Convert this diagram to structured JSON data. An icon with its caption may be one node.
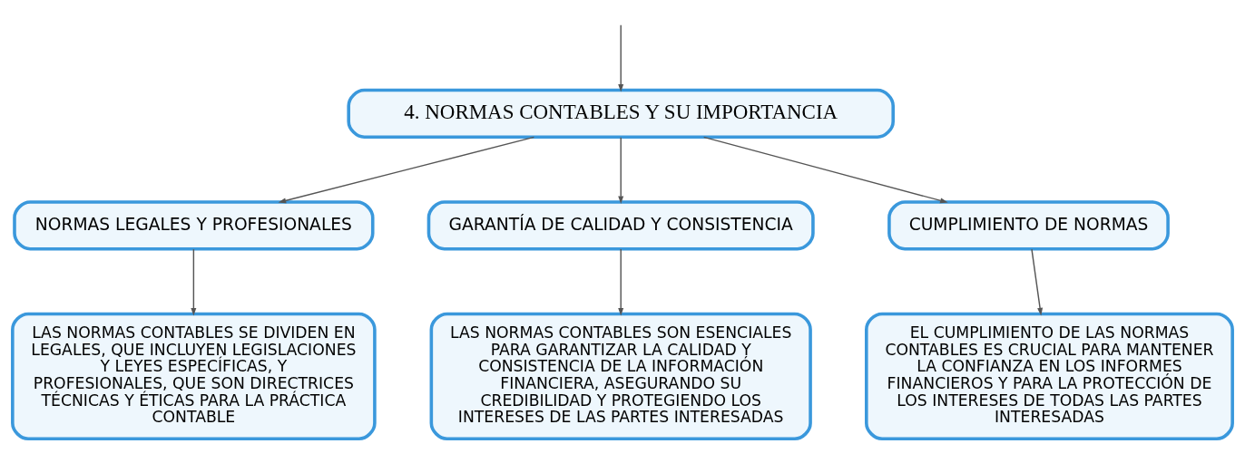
{
  "diagram": {
    "nodes": [
      {
        "text": [
          "4. NORMAS CONTABLES Y SU IMPORTANCIA"
        ]
      },
      {
        "text": [
          "NORMAS LEGALES Y PROFESIONALES"
        ]
      },
      {
        "text": [
          "GARANTÍA DE CALIDAD Y CONSISTENCIA"
        ]
      },
      {
        "text": [
          "CUMPLIMIENTO DE NORMAS"
        ]
      },
      {
        "text": [
          "LAS NORMAS CONTABLES SE DIVIDEN EN LEGALES, QUE INCLUYEN LEGISLACIONES Y LEYES ESPECÍFICAS, Y PROFESIONALES, QUE SON DIRECTRICES TÉCNICAS Y ÉTICAS PARA LA PRÁCTICA CONTABLE"
        ]
      },
      {
        "text": [
          "LAS NORMAS CONTABLES SON ESENCIALES PARA GARANTIZAR LA CALIDAD Y CONSISTENCIA DE LA INFORMACIÓN FINANCIERA, ASEGURANDO SU CREDIBILIDAD Y PROTEGIENDO LOS INTERESES DE LAS PARTES INTERESADAS"
        ]
      },
      {
        "text": [
          "EL CUMPLIMIENTO DE LAS NORMAS CONTABLES ES CRUCIAL PARA MANTENER LA CONFIANZA EN LOS INFORMES FINANCIEROS Y PARA LA PROTECCIÓN DE LOS INTERESES DE TODAS LAS PARTES INTERESADAS"
        ]
      }
    ],
    "edges": [
      {
        "from": null,
        "to": 0,
        "arrow": "to"
      },
      {
        "from": 0,
        "to": 1,
        "arrow": "to"
      },
      {
        "from": 0,
        "to": 2,
        "arrow": "to"
      },
      {
        "from": 0,
        "to": 3,
        "arrow": "to"
      },
      {
        "from": 1,
        "to": 4,
        "arrow": "to"
      },
      {
        "from": 2,
        "to": 5,
        "arrow": "to"
      },
      {
        "from": 3,
        "to": 6,
        "arrow": "to"
      }
    ]
  }
}
